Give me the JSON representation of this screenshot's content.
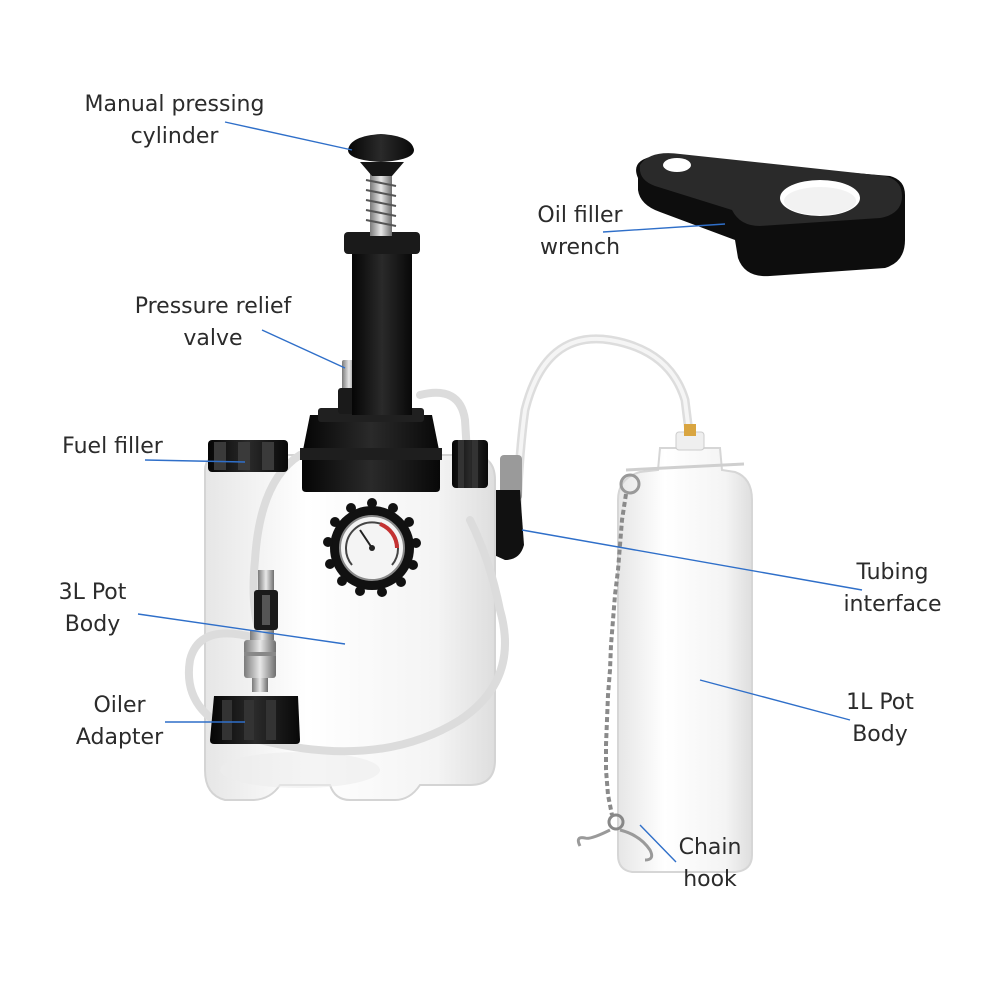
{
  "labels": {
    "manual_pressing_cylinder": [
      "Manual pressing",
      "cylinder"
    ],
    "oil_filler_wrench": [
      "Oil filler",
      "wrench"
    ],
    "pressure_relief_valve": [
      "Pressure relief",
      "valve"
    ],
    "fuel_filler": [
      "Fuel filler"
    ],
    "pot_body_3l": [
      "3L Pot",
      "Body"
    ],
    "oiler_adapter": [
      "Oiler",
      "Adapter"
    ],
    "tubing_interface": [
      "Tubing",
      "interface"
    ],
    "pot_body_1l": [
      "1L Pot",
      "Body"
    ],
    "chain_hook": [
      "Chain",
      "hook"
    ]
  },
  "colors": {
    "leader_line": "#2f6fc9",
    "plastic_black": "#141414",
    "bottle_white": "#f7f7f7",
    "tube": "#dcdcdc",
    "label_text": "#2b2b2b"
  }
}
